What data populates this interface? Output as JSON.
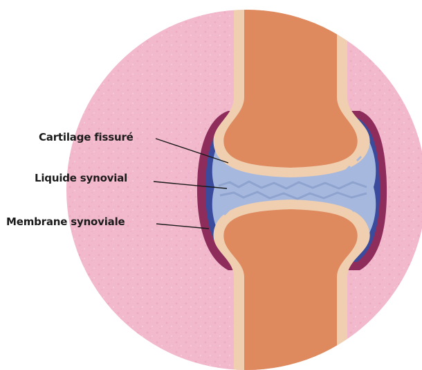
{
  "labels": {
    "cartilage": "Cartilage fissuré",
    "liquide": "Liquide synovial",
    "membrane": "Membrane synoviale"
  },
  "colors": {
    "background_circle": "#f2b8cc",
    "membrane_outer": "#8e2d5c",
    "membrane_inner": "#3a4a9c",
    "synovial_fluid": "#a6b8de",
    "cartilage": "#efcfb0",
    "bone": "#de8a5e",
    "leader_line": "#1a1a1a"
  }
}
